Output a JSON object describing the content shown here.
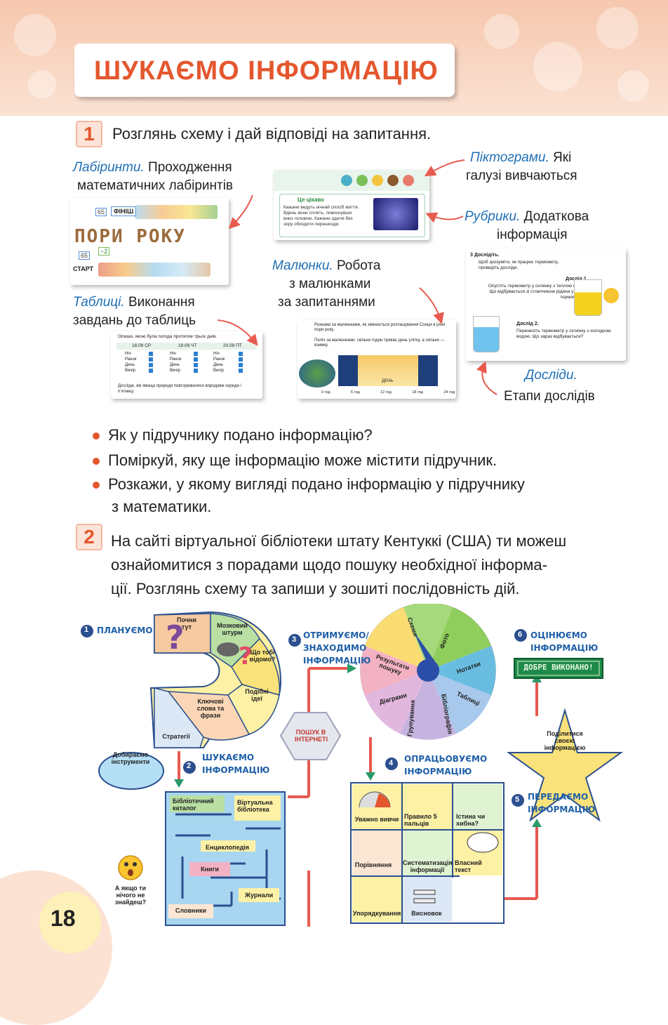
{
  "header": {
    "title": "ШУКАЄМО ІНФОРМАЦІЮ"
  },
  "task1": {
    "number": "1",
    "text": "Розглянь схему і дай відповіді на запитання.",
    "labels": {
      "labyrinths_title": "Лабіринти.",
      "labyrinths_text1": "Проходження",
      "labyrinths_text2": "математичних лабіринтів",
      "pictograms_title": "Піктограми.",
      "pictograms_text1": "Які",
      "pictograms_text2": "галузі вивчаються",
      "rubrics_title": "Рубрики.",
      "rubrics_text1": "Додаткова",
      "rubrics_text2": "інформація",
      "pictures_title": "Малюнки.",
      "pictures_text1": "Робота",
      "pictures_text2": "з малюнками",
      "pictures_text3": "за запитаннями",
      "tables_title": "Таблиці.",
      "tables_text1": "Виконання",
      "tables_text2": "завдань до таблиць",
      "experiments_title": "Досліди.",
      "experiments_text": "Етапи дослідів"
    },
    "thumbs": {
      "maze_finish": "ФІНІШ",
      "maze_seasons": "ПОРИ РОКУ",
      "maze_start": "СТАРТ",
      "maze_num1": "65",
      "maze_num2": "−2",
      "maze_num3": "65",
      "rubric_head": "Це цікаво",
      "rubric_body": "Кажани ведуть нічний спосіб життя. Вдень вони сплять, повиснувши вниз головою. Кажани здатні без зору обходити перешкоди.",
      "exp_head": "3  Дослідіть.",
      "exp_intro": "Щоб зрозуміти, як працює термометр, проведіть досліди.",
      "exp1_title": "Дослід 1.",
      "exp1_text": "Опустіть термометр у склянку з теплою водою. Що відбувається зі стовпчиком рідини у трубці термометра?",
      "exp2_title": "Дослід 2.",
      "exp2_text": "Перенесіть термометр у склянку з холодною водою. Що зараз відбувається?",
      "table_q": "Опиши, якою була погода протягом трьох днів.",
      "table_d1": "18.09 СР",
      "table_d2": "19.09 ЧТ",
      "table_d3": "20.09 ПТ",
      "table_rows": [
        "Ніч",
        "Ранок",
        "День",
        "Вечір"
      ],
      "table_foot": "Дослідж, які явища природи повторювалися впродовж середи і п’ятниці.",
      "pic_q1": "Розкажи за малюнками, як змінюється розташування Сонця в різні пори року.",
      "pic_q2": "Поліч за малюнками, скільки годин триває день улітку, а скільки — взимку.",
      "pic_day": "ДЕНЬ",
      "pic_ticks": [
        "0 год",
        "6 год",
        "12 год",
        "18 год",
        "24 год"
      ]
    }
  },
  "bullets": [
    "Як у підручнику подано інформацію?",
    "Поміркуй, яку ще інформацію може містити підручник.",
    "Розкажи, у якому вигляді подано інформацію у підручнику",
    "з математики."
  ],
  "task2": {
    "number": "2",
    "line1": "На сайті віртуальної бібліотеки штату Кентуккі (США) ти можеш",
    "line2": "ознайомитися з порадами щодо пошуку необхідної інформа-",
    "line3": "ції. Розглянь схему та запиши у зошиті послідовність дій."
  },
  "diagram": {
    "step1": "ПЛАНУЄМО",
    "step1_items": [
      "Почни тут",
      "Мозковий штурм",
      "Що тобі відомо?",
      "Подібні ідеї",
      "Ключові слова та фрази",
      "Стратегії"
    ],
    "tools": "Добираємо інструменти",
    "step2a": "ШУКАЄМО",
    "step2b": "ІНФОРМАЦІЮ",
    "maze_items": [
      "Бібліотечний каталог",
      "Віртуальна бібліотека",
      "Енциклопедія",
      "Книги",
      "Журнали",
      "Словники"
    ],
    "nothing": "А якщо ти нічого не знайдеш?",
    "internet": "ПОШУК В ІНТЕРНЕТІ",
    "step3a": "ОТРИМУЄМО/",
    "step3b": "ЗНАХОДИМО",
    "step3c": "ІНФОРМАЦІЮ",
    "wheel": [
      "Схеми",
      "Фото",
      "Нотатки",
      "Таблиці",
      "Бібліографія",
      "Групування",
      "Діаграми",
      "Результати пошуку"
    ],
    "step4a": "ОПРАЦЬОВУЄМО",
    "step4b": "ІНФОРМАЦІЮ",
    "grid": [
      "Уважно вивчи",
      "Правило 5 пальців",
      "Істина чи хибна?",
      "Порівняння",
      "Систематизація інформації",
      "Власний текст",
      "Упорядкування",
      "Висновок"
    ],
    "step5a": "ПЕРЕДАЄМО",
    "step5b": "ІНФОРМАЦІЮ",
    "star": "Поділитися своєю інформацією",
    "step6a": "ОЦІНЮЄМО",
    "step6b": "ІНФОРМАЦІЮ",
    "well_done": "ДОБРЕ ВИКОНАНО!",
    "n1": "1",
    "n2": "2",
    "n3": "3",
    "n4": "4",
    "n5": "5",
    "n6": "6"
  },
  "page_number": "18",
  "colors": {
    "accent": "#e4572e",
    "blue": "#1f6fb5",
    "arrow": "#e85a4f"
  }
}
